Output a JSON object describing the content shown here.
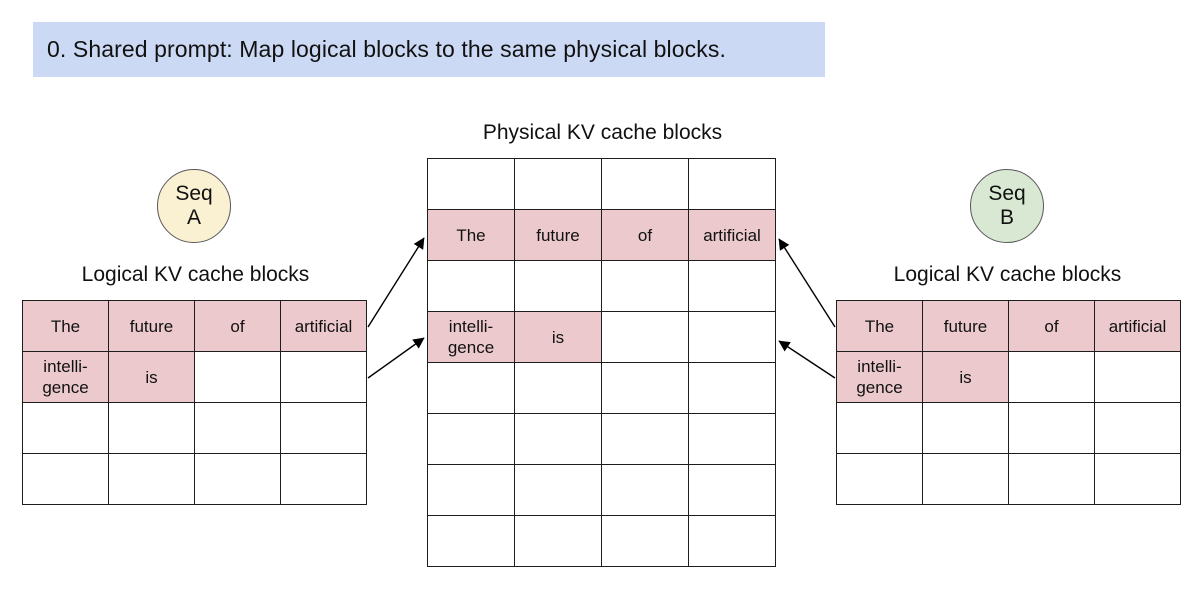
{
  "banner": {
    "text": "0. Shared prompt: Map logical blocks to the same physical blocks.",
    "bg_color": "#ccd9f4"
  },
  "colors": {
    "highlight_pink": "#ecc9cd",
    "seq_a_fill": "#faf0d2",
    "seq_b_fill": "#d9e8d3",
    "table_border": "#1e1e1e"
  },
  "seq_a": {
    "label": "Seq\nA"
  },
  "seq_b": {
    "label": "Seq\nB"
  },
  "physical_table": {
    "title": "Physical KV cache blocks",
    "num_columns": 4,
    "rows": [
      [
        {
          "text": "",
          "highlighted": false
        },
        {
          "text": "",
          "highlighted": false
        },
        {
          "text": "",
          "highlighted": false
        },
        {
          "text": "",
          "highlighted": false
        }
      ],
      [
        {
          "text": "The",
          "highlighted": true
        },
        {
          "text": "future",
          "highlighted": true
        },
        {
          "text": "of",
          "highlighted": true
        },
        {
          "text": "artificial",
          "highlighted": true
        }
      ],
      [
        {
          "text": "",
          "highlighted": false
        },
        {
          "text": "",
          "highlighted": false
        },
        {
          "text": "",
          "highlighted": false
        },
        {
          "text": "",
          "highlighted": false
        }
      ],
      [
        {
          "text": "intelli-\ngence",
          "highlighted": true
        },
        {
          "text": "is",
          "highlighted": true
        },
        {
          "text": "",
          "highlighted": false
        },
        {
          "text": "",
          "highlighted": false
        }
      ],
      [
        {
          "text": "",
          "highlighted": false
        },
        {
          "text": "",
          "highlighted": false
        },
        {
          "text": "",
          "highlighted": false
        },
        {
          "text": "",
          "highlighted": false
        }
      ],
      [
        {
          "text": "",
          "highlighted": false
        },
        {
          "text": "",
          "highlighted": false
        },
        {
          "text": "",
          "highlighted": false
        },
        {
          "text": "",
          "highlighted": false
        }
      ],
      [
        {
          "text": "",
          "highlighted": false
        },
        {
          "text": "",
          "highlighted": false
        },
        {
          "text": "",
          "highlighted": false
        },
        {
          "text": "",
          "highlighted": false
        }
      ],
      [
        {
          "text": "",
          "highlighted": false
        },
        {
          "text": "",
          "highlighted": false
        },
        {
          "text": "",
          "highlighted": false
        },
        {
          "text": "",
          "highlighted": false
        }
      ]
    ]
  },
  "seq_a_table": {
    "title": "Logical KV cache blocks",
    "num_columns": 4,
    "rows": [
      [
        {
          "text": "The",
          "highlighted": true
        },
        {
          "text": "future",
          "highlighted": true
        },
        {
          "text": "of",
          "highlighted": true
        },
        {
          "text": "artificial",
          "highlighted": true
        }
      ],
      [
        {
          "text": "intelli-\ngence",
          "highlighted": true
        },
        {
          "text": "is",
          "highlighted": true
        },
        {
          "text": "",
          "highlighted": false
        },
        {
          "text": "",
          "highlighted": false
        }
      ],
      [
        {
          "text": "",
          "highlighted": false
        },
        {
          "text": "",
          "highlighted": false
        },
        {
          "text": "",
          "highlighted": false
        },
        {
          "text": "",
          "highlighted": false
        }
      ],
      [
        {
          "text": "",
          "highlighted": false
        },
        {
          "text": "",
          "highlighted": false
        },
        {
          "text": "",
          "highlighted": false
        },
        {
          "text": "",
          "highlighted": false
        }
      ]
    ]
  },
  "seq_b_table": {
    "title": "Logical KV cache blocks",
    "num_columns": 4,
    "rows": [
      [
        {
          "text": "The",
          "highlighted": true
        },
        {
          "text": "future",
          "highlighted": true
        },
        {
          "text": "of",
          "highlighted": true
        },
        {
          "text": "artificial",
          "highlighted": true
        }
      ],
      [
        {
          "text": "intelli-\ngence",
          "highlighted": true
        },
        {
          "text": "is",
          "highlighted": true
        },
        {
          "text": "",
          "highlighted": false
        },
        {
          "text": "",
          "highlighted": false
        }
      ],
      [
        {
          "text": "",
          "highlighted": false
        },
        {
          "text": "",
          "highlighted": false
        },
        {
          "text": "",
          "highlighted": false
        },
        {
          "text": "",
          "highlighted": false
        }
      ],
      [
        {
          "text": "",
          "highlighted": false
        },
        {
          "text": "",
          "highlighted": false
        },
        {
          "text": "",
          "highlighted": false
        },
        {
          "text": "",
          "highlighted": false
        }
      ]
    ]
  },
  "mappings": [
    {
      "from": "seq-a-logical-block-0",
      "to": "physical-block-row-2"
    },
    {
      "from": "seq-a-logical-block-1",
      "to": "physical-block-row-4"
    },
    {
      "from": "seq-b-logical-block-0",
      "to": "physical-block-row-2"
    },
    {
      "from": "seq-b-logical-block-1",
      "to": "physical-block-row-4"
    }
  ]
}
